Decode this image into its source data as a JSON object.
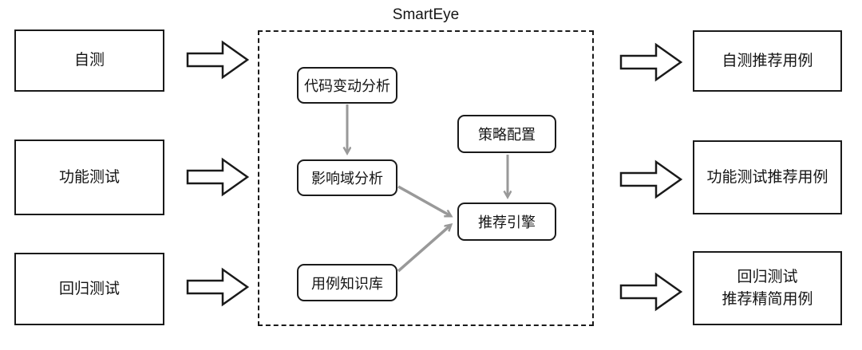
{
  "diagram": {
    "container_title": "SmartEye",
    "inputs": [
      "自测",
      "功能测试",
      "回归测试"
    ],
    "nodes": {
      "code_change_analysis": "代码变动分析",
      "impact_analysis": "影响域分析",
      "strategy_config": "策略配置",
      "recommendation_engine": "推荐引擎",
      "case_knowledge_base": "用例知识库"
    },
    "outputs": [
      "自测推荐用例",
      "功能测试推荐用例",
      "回归测试\n推荐精简用例"
    ],
    "edges": [
      {
        "from": "code_change_analysis",
        "to": "impact_analysis"
      },
      {
        "from": "strategy_config",
        "to": "recommendation_engine"
      },
      {
        "from": "impact_analysis",
        "to": "recommendation_engine"
      },
      {
        "from": "case_knowledge_base",
        "to": "recommendation_engine"
      },
      {
        "from": "自测",
        "to": "SmartEye"
      },
      {
        "from": "功能测试",
        "to": "SmartEye"
      },
      {
        "from": "回归测试",
        "to": "SmartEye"
      },
      {
        "from": "SmartEye",
        "to": "自测推荐用例"
      },
      {
        "from": "SmartEye",
        "to": "功能测试推荐用例"
      },
      {
        "from": "SmartEye",
        "to": "回归测试\n推荐精简用例"
      }
    ],
    "colors": {
      "connector": "#999999",
      "border": "#1a1a1a",
      "background": "#ffffff"
    }
  }
}
